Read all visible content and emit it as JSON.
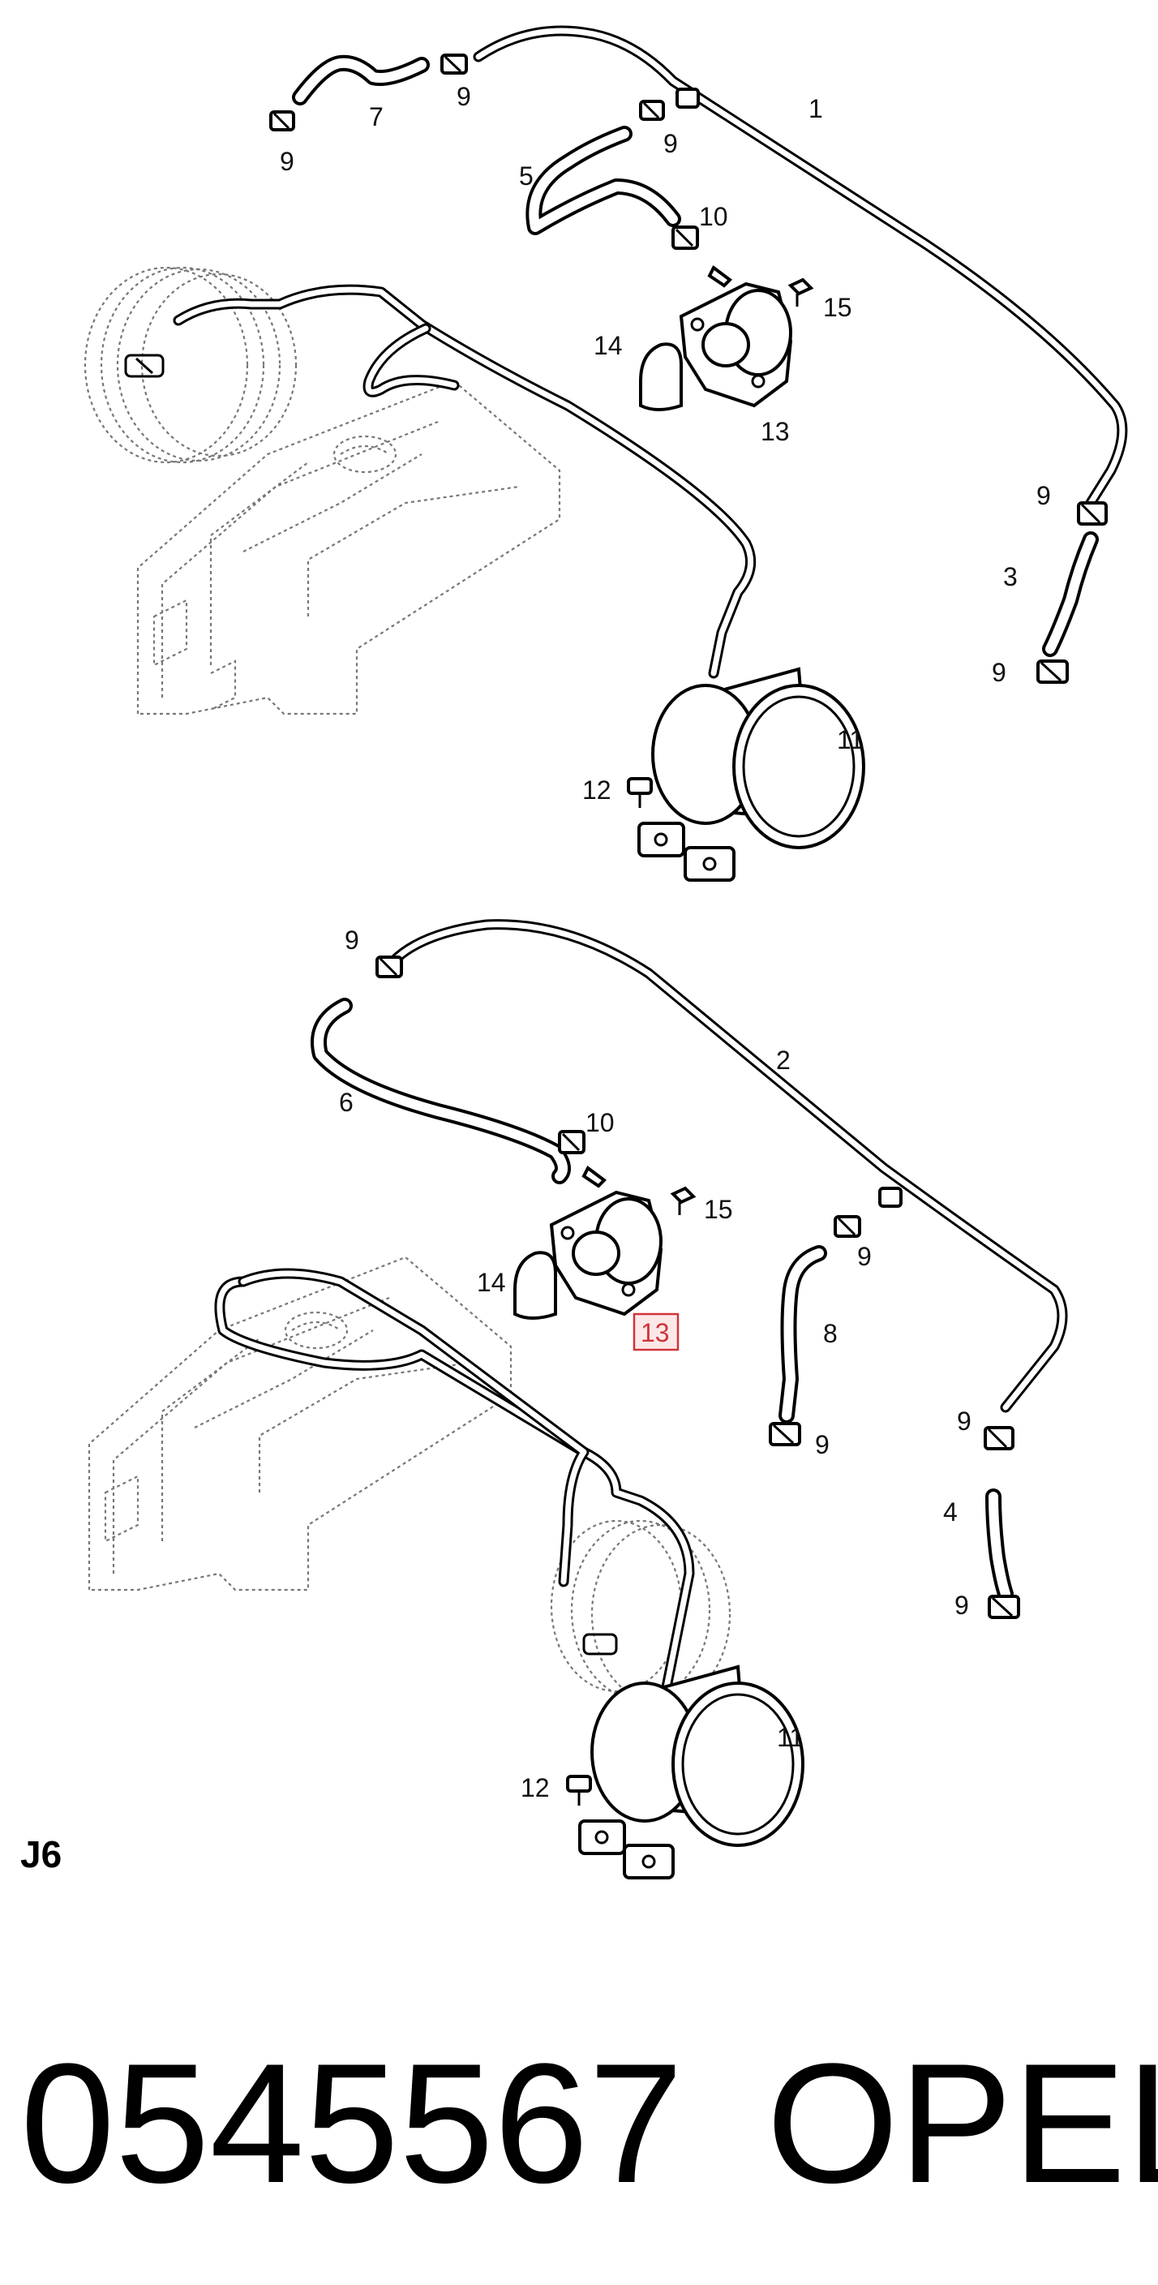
{
  "callouts_top": {
    "n1": "1",
    "n3": "3",
    "n5": "5",
    "n7": "7",
    "n9a": "9",
    "n9b": "9",
    "n9c": "9",
    "n9d": "9",
    "n9e": "9",
    "n10": "10",
    "n11": "11",
    "n12": "12",
    "n13": "13",
    "n14": "14",
    "n15": "15"
  },
  "callouts_bottom": {
    "n2": "2",
    "n4": "4",
    "n6": "6",
    "n8": "8",
    "n9a": "9",
    "n9b": "9",
    "n9c": "9",
    "n9d": "9",
    "n9e": "9",
    "n10": "10",
    "n11": "11",
    "n12": "12",
    "n13": "13",
    "n14": "14",
    "n15": "15"
  },
  "highlighted_callout": "13",
  "page_code": "J6",
  "footer": {
    "part_number": "0545567",
    "brand": "OPEL"
  },
  "colors": {
    "line": "#000000",
    "highlight": "#d0343a",
    "highlight_fill": "#fde8e8",
    "background": "#ffffff"
  }
}
